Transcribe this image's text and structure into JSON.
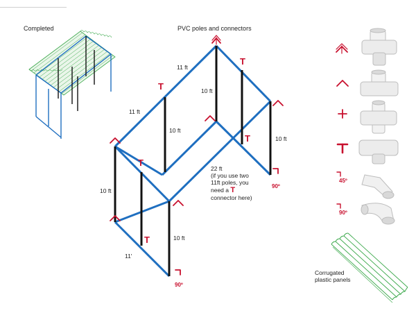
{
  "titles": {
    "completed": "Completed",
    "main": "PVC poles and connectors"
  },
  "labels": {
    "front_post": "10 ft",
    "front_bottom": "11'",
    "front_right_post": "10 ft",
    "top_left_beam": "11 ft",
    "top_back_beam": "11 ft",
    "middle_post": "10 ft",
    "back_post_left": "10 ft",
    "back_right_post": "10 ft",
    "span_length": "22 ft",
    "span_note_1": "(if you use two",
    "span_note_2": "11ft poles, you",
    "span_note_3": "need a",
    "span_note_4": "connector here)",
    "corrugated": "Corrugated plastic panels"
  },
  "connector_symbols": {
    "tee": "T",
    "cross": "+",
    "angle_45": "45º",
    "angle_90": "90º"
  },
  "legend": [
    {
      "symbol": "double-chevron",
      "part": "5-way cross connector"
    },
    {
      "symbol": "chevron",
      "part": "4-way side outlet tee"
    },
    {
      "symbol": "+",
      "part": "4-way cross"
    },
    {
      "symbol": "T",
      "part": "tee connector"
    },
    {
      "symbol": "45º",
      "part": "45 degree elbow"
    },
    {
      "symbol": "90º",
      "part": "90 degree elbow"
    }
  ],
  "colors": {
    "pipe_blue": "#1f6fc0",
    "pole_black": "#111111",
    "connector_red": "#c8102e",
    "panel_green": "#3aa84a",
    "fitting_white": "#e9e9e9"
  }
}
